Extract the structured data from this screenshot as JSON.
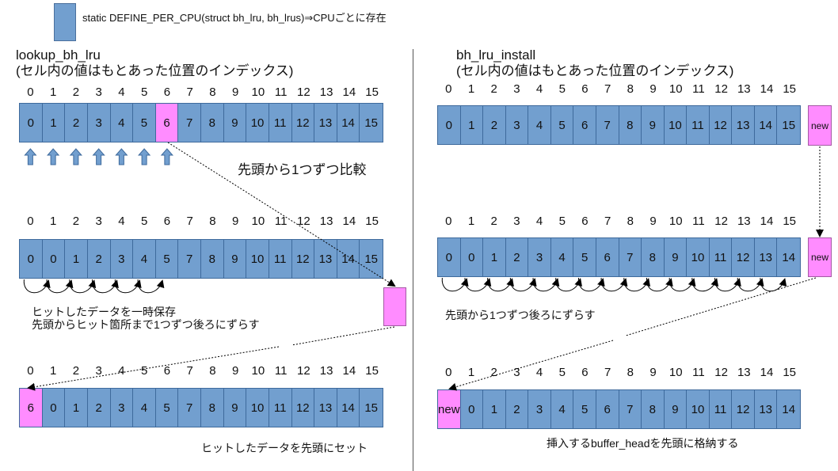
{
  "legend": {
    "text": "static DEFINE_PER_CPU(struct bh_lru, bh_lrus)⇒CPUごとに存在",
    "color": "#729fcf"
  },
  "colors": {
    "cell": "#729fcf",
    "highlight": "#ff8cff",
    "border": "#3e6a9c"
  },
  "left": {
    "title": "lookup_bh_lru",
    "subtitle": "(セル内の値はもとあった位置のインデックス)",
    "indices": [
      "0",
      "1",
      "2",
      "3",
      "4",
      "5",
      "6",
      "7",
      "8",
      "9",
      "10",
      "11",
      "12",
      "13",
      "14",
      "15"
    ],
    "row1": {
      "cells": [
        "0",
        "1",
        "2",
        "3",
        "4",
        "5",
        "6",
        "7",
        "8",
        "9",
        "10",
        "11",
        "12",
        "13",
        "14",
        "15"
      ],
      "highlight_index": 6,
      "caption": "先頭から1つずつ比較"
    },
    "row2": {
      "cells": [
        "0",
        "0",
        "1",
        "2",
        "3",
        "4",
        "5",
        "7",
        "8",
        "9",
        "10",
        "11",
        "12",
        "13",
        "14",
        "15"
      ],
      "caption_line1": "ヒットしたデータを一時保存",
      "caption_line2": "先頭からヒット箇所まで1つずつ後ろにずらす"
    },
    "row3": {
      "cells": [
        "6",
        "0",
        "1",
        "2",
        "3",
        "4",
        "5",
        "7",
        "8",
        "9",
        "10",
        "11",
        "12",
        "13",
        "14",
        "15"
      ],
      "highlight_index": 0,
      "caption": "ヒットしたデータを先頭にセット"
    }
  },
  "right": {
    "title": "bh_lru_install",
    "subtitle": "(セル内の値はもとあった位置のインデックス)",
    "indices": [
      "0",
      "1",
      "2",
      "3",
      "4",
      "5",
      "6",
      "7",
      "8",
      "9",
      "10",
      "11",
      "12",
      "13",
      "14",
      "15"
    ],
    "row1": {
      "cells": [
        "0",
        "1",
        "2",
        "3",
        "4",
        "5",
        "6",
        "7",
        "8",
        "9",
        "10",
        "11",
        "12",
        "13",
        "14",
        "15"
      ],
      "new_label": "new"
    },
    "row2": {
      "cells": [
        "0",
        "0",
        "1",
        "2",
        "3",
        "4",
        "5",
        "6",
        "7",
        "8",
        "9",
        "10",
        "11",
        "12",
        "13",
        "14"
      ],
      "new_label": "new",
      "caption": "先頭から1つずつ後ろにずらす"
    },
    "row3": {
      "cells": [
        "new",
        "0",
        "1",
        "2",
        "3",
        "4",
        "5",
        "6",
        "7",
        "8",
        "9",
        "10",
        "11",
        "12",
        "13",
        "14"
      ],
      "highlight_index": 0,
      "caption": "挿入するbuffer_headを先頭に格納する"
    }
  }
}
